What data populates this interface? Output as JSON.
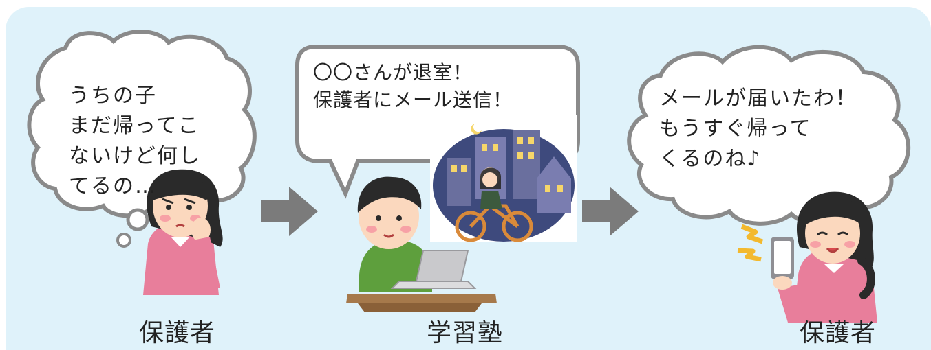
{
  "left": {
    "thought_lines": [
      "うちの子",
      "まだ帰ってこ",
      "ないけど何し",
      "てるの…"
    ],
    "caption": "保護者"
  },
  "middle": {
    "speech_lines": [
      "〇〇さんが退室！",
      "保護者にメール送信！"
    ],
    "caption": "学習塾"
  },
  "right": {
    "thought_lines": [
      "メールが届いたわ！",
      "もうすぐ帰って",
      "くるのね♪"
    ],
    "caption": "保護者"
  },
  "colors": {
    "background": "#dff2fa",
    "arrow": "#7b7b7b",
    "bubble_outline": "#8a8a8a"
  }
}
